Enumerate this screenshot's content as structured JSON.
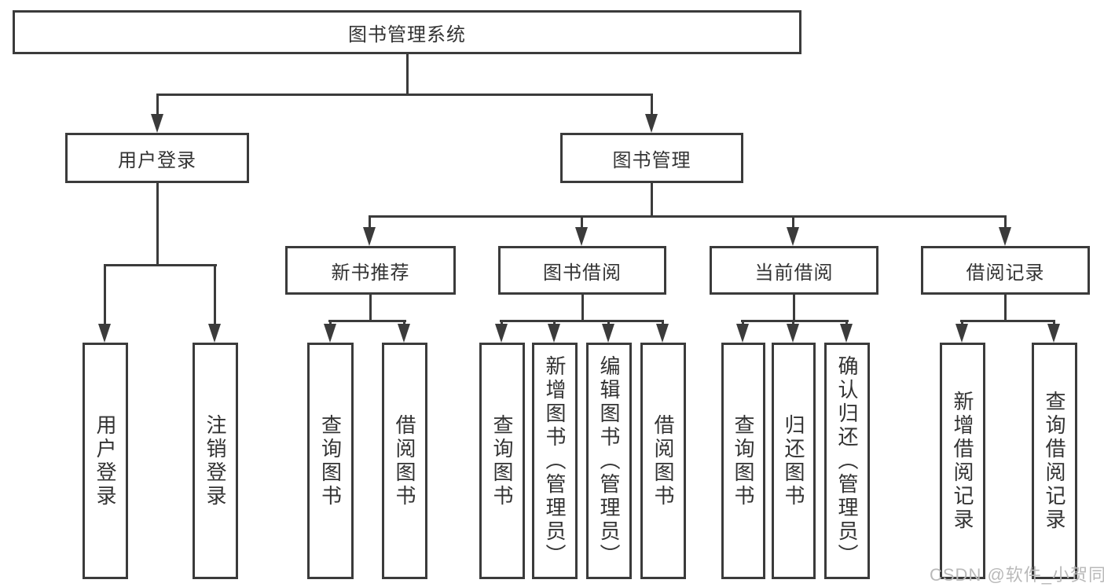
{
  "diagram": {
    "root": {
      "label": "图书管理系统"
    },
    "level2": [
      {
        "label": "用户登录"
      },
      {
        "label": "图书管理"
      }
    ],
    "level3": [
      {
        "label": "新书推荐"
      },
      {
        "label": "图书借阅"
      },
      {
        "label": "当前借阅"
      },
      {
        "label": "借阅记录"
      }
    ],
    "leaves": {
      "user_login": [
        "用户登录",
        "注销登录"
      ],
      "new_book_rec": [
        "查询图书",
        "借阅图书"
      ],
      "book_borrow": [
        "查询图书",
        "新增图书（管理员）",
        "编辑图书（管理员）",
        "借阅图书"
      ],
      "current_borrow": [
        "查询图书",
        "归还图书",
        "确认归还（管理员）"
      ],
      "borrow_record": [
        "新增借阅记录",
        "查询借阅记录"
      ]
    }
  },
  "watermark": {
    "text": "CSDN @软件_小贺同学"
  },
  "colors": {
    "line": "#3b3b3b",
    "text": "#333333",
    "watermark": "#b9b9b9",
    "background": "#ffffff"
  }
}
